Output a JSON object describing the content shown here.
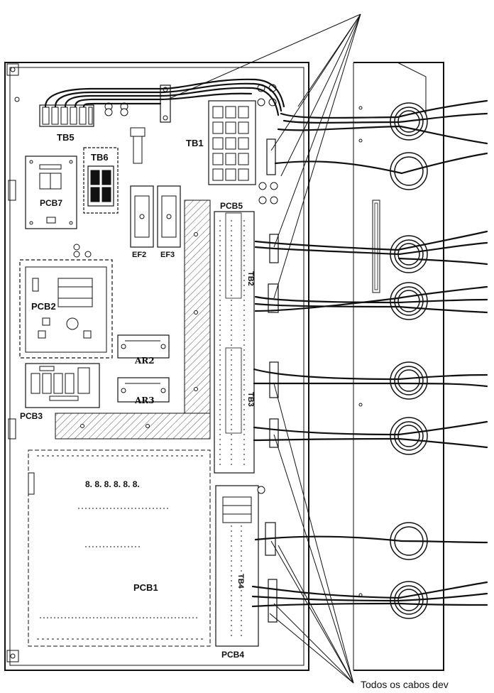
{
  "labels": {
    "tb5": "TB5",
    "tb6": "TB6",
    "tb1": "TB1",
    "pcb7": "PCB7",
    "pcb5": "PCB5",
    "pcb2": "PCB2",
    "pcb3": "PCB3",
    "ef2": "EF2",
    "ef3": "EF3",
    "ar2": "AR2",
    "ar3": "AR3",
    "tb2": "TB2",
    "tb3": "TB3",
    "tb4": "TB4",
    "pcb1": "PCB1",
    "pcb4": "PCB4",
    "display": "8. 8.  8. 8.  8. 8."
  },
  "caption": "Todos os cabos dev",
  "colors": {
    "line": "#111111",
    "hatch": "#555555",
    "panel": "#ffffff"
  }
}
